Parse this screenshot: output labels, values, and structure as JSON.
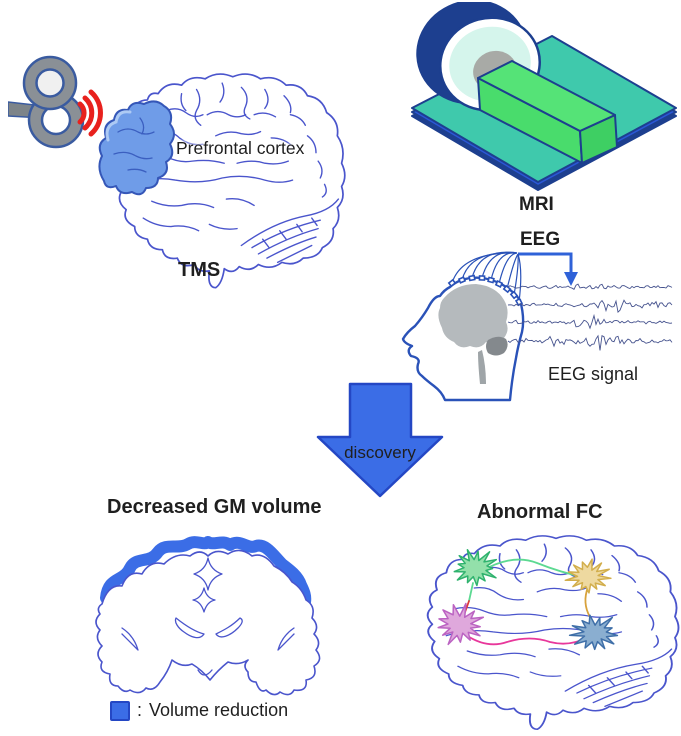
{
  "figure": {
    "tms": {
      "region_label": "Prefrontal cortex",
      "label": "TMS"
    },
    "mri": {
      "label": "MRI"
    },
    "eeg": {
      "label": "EEG",
      "signal_label": "EEG signal"
    },
    "discovery": {
      "label": "discovery"
    },
    "gm": {
      "title": "Decreased GM volume",
      "legend_separator": ":",
      "legend_label": "Volume reduction"
    },
    "fc": {
      "title": "Abnormal FC"
    }
  },
  "colors": {
    "accent_blue": "#3b6de6",
    "accent_border": "#2447c4",
    "brain_line": "#4a55cc",
    "prefrontal_fill": "#6f9ce8",
    "prefrontal_line": "#3557b8",
    "prefrontal_sulci": "#3b5fc0",
    "coil_gray": "#8a9096",
    "coil_outline": "#3a5ba0",
    "coil_handle": "#7d8489",
    "signal_red": "#e8211d",
    "mri_platform": "#3fc9ac",
    "mri_platform_edge": "#2b57d6",
    "mri_navy": "#1d3f8f",
    "mri_bed": "#55e377",
    "mri_bed_side": "#49dc6c",
    "mri_bed_end": "#3ecf63",
    "mri_ring": "#d5f5ec",
    "mri_bore": "#a8aaa6",
    "head_blue": "#2a52b8",
    "brain_gray": "#b5babd",
    "cerebellum_gray": "#84898d",
    "stem_gray": "#9fa5a8",
    "eeg_trace": "#46538e",
    "text": "#1f1f1f",
    "star_green_fill": "#93e0aa",
    "star_green_line": "#2fb26e",
    "star_yellow_fill": "#eed9a0",
    "star_yellow_line": "#d2ae4c",
    "star_pink_fill": "#dfa8dc",
    "star_pink_line": "#bb63c2",
    "star_blue_fill": "#8aaed0",
    "star_blue_line": "#3f6fa8",
    "conn_green": "#5cd992",
    "conn_magenta": "#e8379b",
    "conn_gold": "#d8a23c",
    "conn_red": "#e03a3a"
  }
}
